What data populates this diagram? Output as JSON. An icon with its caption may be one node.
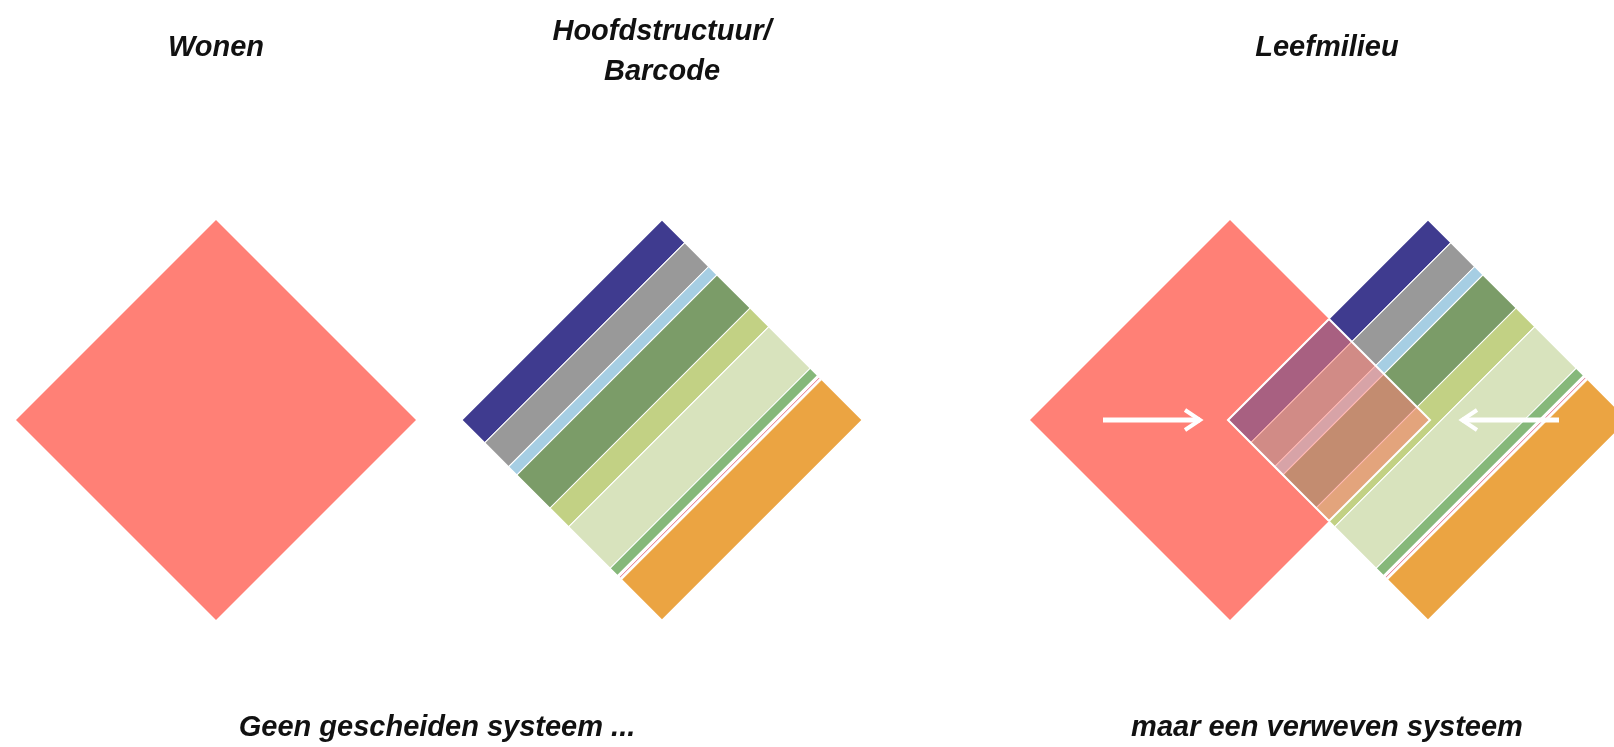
{
  "diagram": {
    "labels": [
      "Wonen",
      "Hoofdstructuur/ Barcode",
      "Leefmilieu",
      "Geen gescheiden systeem ...",
      "maar een verweven systeem"
    ]
  }
}
